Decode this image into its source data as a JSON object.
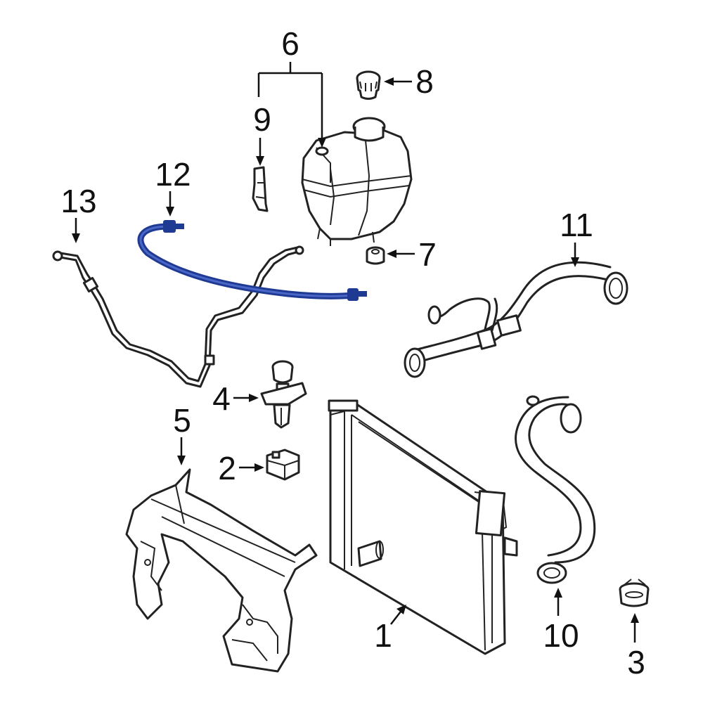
{
  "diagram": {
    "highlight_color": "#1f3a93",
    "line_color": "#222222",
    "callouts": [
      {
        "id": "1",
        "label": "1"
      },
      {
        "id": "2",
        "label": "2"
      },
      {
        "id": "3",
        "label": "3"
      },
      {
        "id": "4",
        "label": "4"
      },
      {
        "id": "5",
        "label": "5"
      },
      {
        "id": "6",
        "label": "6"
      },
      {
        "id": "7",
        "label": "7"
      },
      {
        "id": "8",
        "label": "8"
      },
      {
        "id": "9",
        "label": "9"
      },
      {
        "id": "10",
        "label": "10"
      },
      {
        "id": "11",
        "label": "11"
      },
      {
        "id": "12",
        "label": "12"
      },
      {
        "id": "13",
        "label": "13"
      }
    ]
  }
}
